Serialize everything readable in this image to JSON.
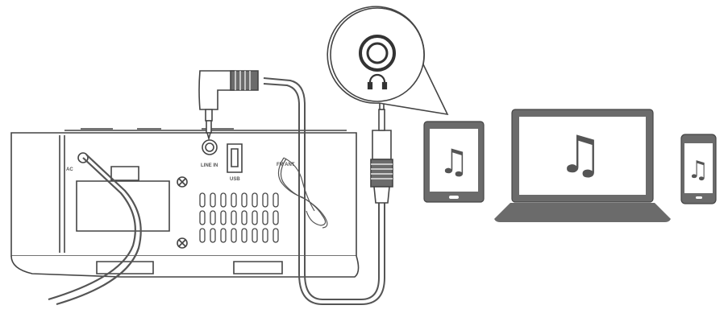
{
  "labels": {
    "ac_in": "AC",
    "line_in": "LINE IN",
    "usb": "USB",
    "fm_ant": "FM ANT"
  },
  "icons": {
    "tablet_note": "♫",
    "laptop_note": "♫",
    "phone_note": "♫"
  },
  "colors": {
    "stroke": "#444444",
    "device_fill": "#6b6b6b",
    "screen_fill": "#ffffff",
    "cable": "#555555"
  }
}
